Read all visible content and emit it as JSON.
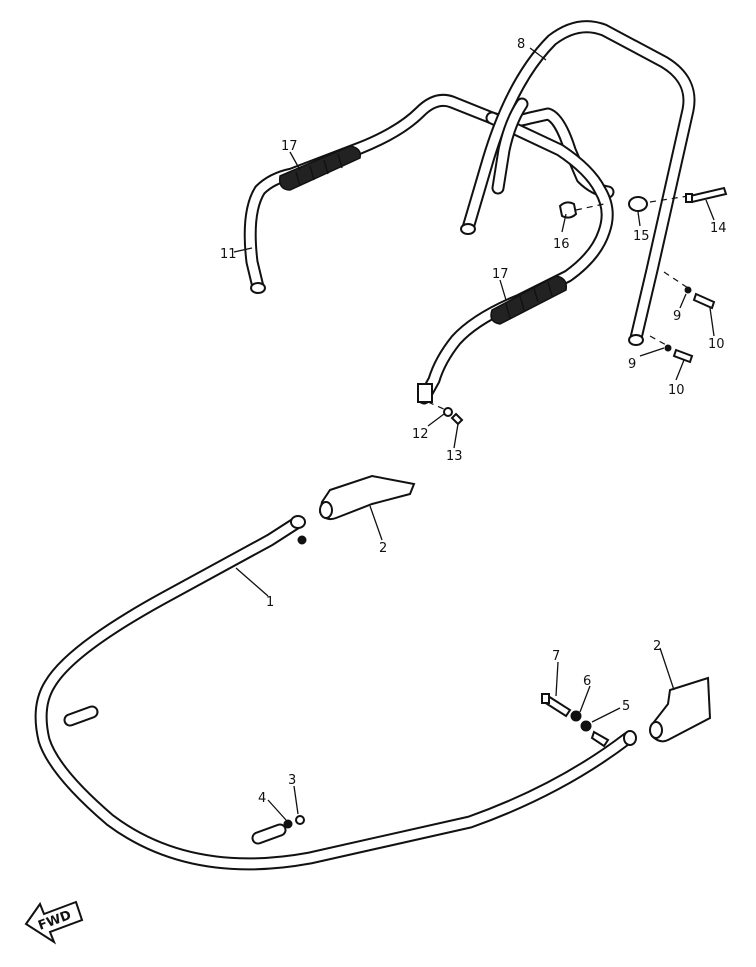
{
  "callouts": {
    "c1": "1",
    "c2a": "2",
    "c2b": "2",
    "c3": "3",
    "c4": "4",
    "c5": "5",
    "c6": "6",
    "c7": "7",
    "c8": "8",
    "c9a": "9",
    "c9b": "9",
    "c10a": "10",
    "c10b": "10",
    "c11": "11",
    "c12": "12",
    "c13": "13",
    "c14": "14",
    "c15": "15",
    "c16": "16",
    "c17a": "17",
    "c17b": "17"
  },
  "fwd_label": "FWD"
}
